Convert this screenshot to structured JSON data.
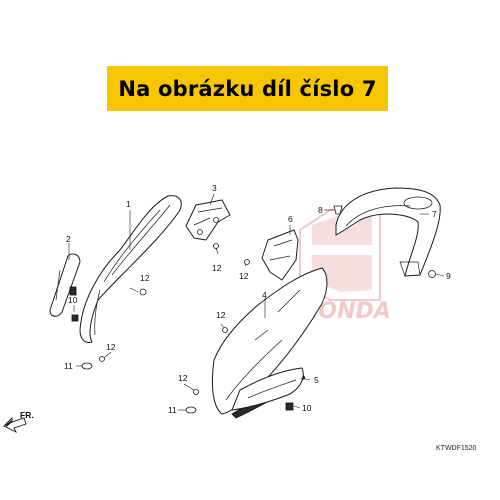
{
  "banner": {
    "text": "Na obrázku díl číslo 7",
    "background": "#f7c600"
  },
  "callouts": {
    "c1": "1",
    "c2": "2",
    "c3": "3",
    "c4": "4",
    "c5": "5",
    "c6": "6",
    "c7": "7",
    "c8": "8",
    "c9": "9",
    "c10a": "10",
    "c10b": "10",
    "c11a": "11",
    "c11b": "11",
    "c12a": "12",
    "c12b": "12",
    "c12c": "12",
    "c12d": "12",
    "c12e": "12",
    "c12f": "12"
  },
  "front_arrow_label": "FR.",
  "watermark": "HONDA",
  "diagram_code": "KTWDF1520",
  "colors": {
    "accent": "#f7c600",
    "line": "#1a1a1a",
    "watermark": "#e8a0a0"
  }
}
